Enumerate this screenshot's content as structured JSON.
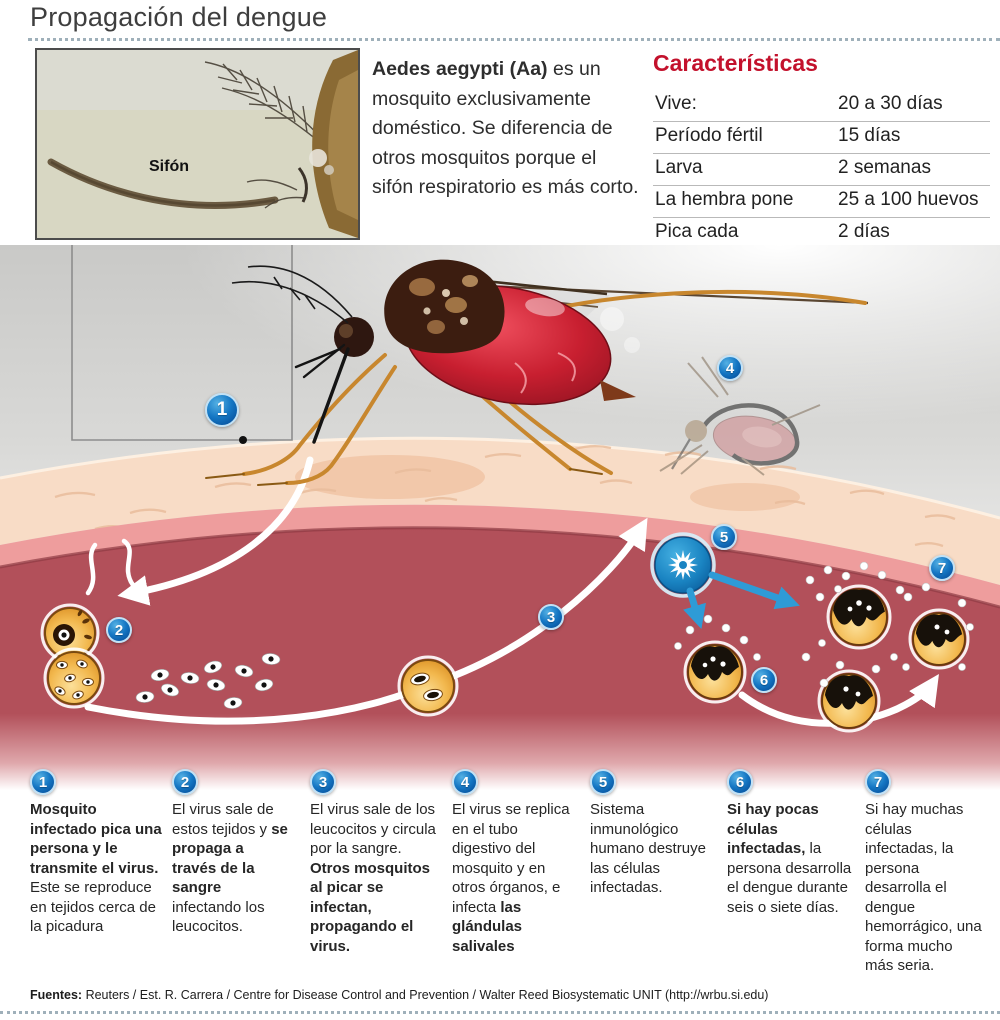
{
  "title": "Propagación del dengue",
  "photo": {
    "label": "Sifón"
  },
  "intro": {
    "segments": [
      {
        "t": "Aedes aegypti (Aa)",
        "b": true
      },
      {
        "t": " es un mosquito exclusivamente doméstico. Se diferencia de otros mosquitos porque el sifón respiratorio es más corto.",
        "b": false
      }
    ]
  },
  "characteristics": {
    "title": "Características",
    "rows": [
      {
        "label": "Vive:",
        "value": "20 a 30 días"
      },
      {
        "label": "Período fértil",
        "value": "15 días"
      },
      {
        "label": "Larva",
        "value": "2 semanas"
      },
      {
        "label": "La hembra pone",
        "value": "25 a 100 huevos"
      },
      {
        "label": "Pica cada",
        "value": "2 días"
      }
    ]
  },
  "diagram": {
    "markers": [
      "1",
      "2",
      "3",
      "4",
      "5",
      "6",
      "7"
    ],
    "icons": [
      "mosquito-biting",
      "infected-tissue-cells",
      "blood-circulation-arrow",
      "second-mosquito-biting",
      "immune-cell",
      "destroyed-cell",
      "destroyed-cells-many"
    ]
  },
  "steps": [
    {
      "num": "1",
      "segments": [
        {
          "t": "Mosquito infectado pica una persona y le transmite el virus.",
          "b": true
        },
        {
          "t": " Este se reproduce en tejidos cerca de la picadura",
          "b": false
        }
      ]
    },
    {
      "num": "2",
      "segments": [
        {
          "t": "El virus sale de estos tejidos y ",
          "b": false
        },
        {
          "t": "se propaga a través de la sangre",
          "b": true
        },
        {
          "t": " infectando los leucocitos.",
          "b": false
        }
      ]
    },
    {
      "num": "3",
      "segments": [
        {
          "t": "El virus sale de los leucocitos y circula por la sangre. ",
          "b": false
        },
        {
          "t": "Otros mosquitos al picar se infectan, propagando el virus.",
          "b": true
        }
      ]
    },
    {
      "num": "4",
      "segments": [
        {
          "t": "El virus se replica en el tubo digestivo del mosquito y en otros órganos, e infecta ",
          "b": false
        },
        {
          "t": "las glándulas salivales",
          "b": true
        }
      ]
    },
    {
      "num": "5",
      "segments": [
        {
          "t": "Sistema inmunológico humano destruye las células infectadas.",
          "b": false
        }
      ]
    },
    {
      "num": "6",
      "segments": [
        {
          "t": "Si hay pocas células infectadas,",
          "b": true
        },
        {
          "t": " la persona desarrolla el dengue durante seis o siete días.",
          "b": false
        }
      ]
    },
    {
      "num": "7",
      "segments": [
        {
          "t": "Si hay muchas células infectadas, la persona desarrolla el dengue hemorrágico, una forma mucho más seria.",
          "b": false
        }
      ]
    }
  ],
  "footer": {
    "segments": [
      {
        "t": "Fuentes:",
        "b": true
      },
      {
        "t": " Reuters / Est. R. Carrera / Centre for Disease Control and Prevention / Walter Reed Biosystematic UNIT (http://wrbu.si.edu)",
        "b": false
      }
    ]
  },
  "colors": {
    "accent_red": "#c3112c",
    "badge_blue": "#1577c4",
    "dermis_red": "#ae4b54",
    "epidermis_peach": "#f8dcc6",
    "arrow_blue": "#2e9bd6",
    "cell_yellow": "#f2b84e"
  }
}
